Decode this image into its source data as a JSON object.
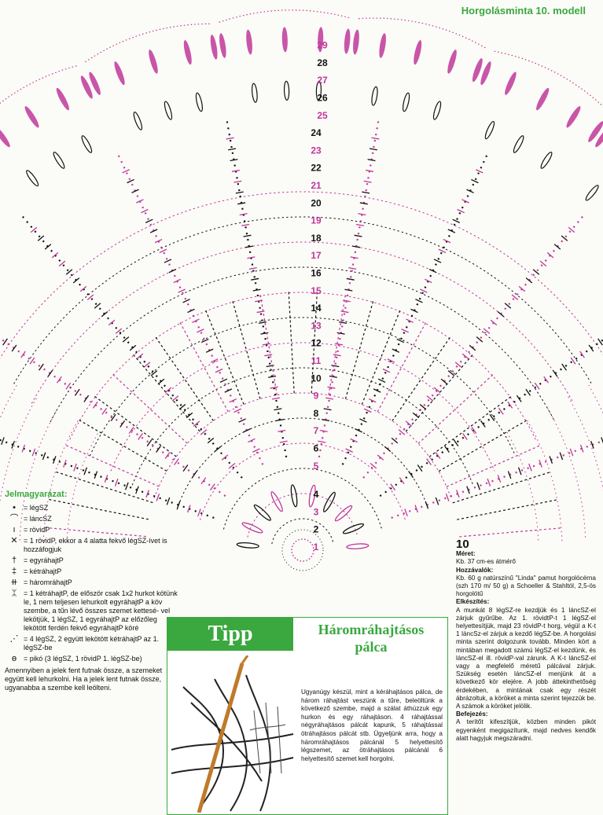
{
  "page_title": "Horgolásminta 10. modell",
  "diagram": {
    "row_numbers_black": [
      "28",
      "26",
      "24",
      "22",
      "20",
      "18",
      "16",
      "14",
      "12",
      "10",
      "8",
      "6",
      "4",
      "2"
    ],
    "row_numbers_pink": [
      "29",
      "27",
      "25",
      "23",
      "21",
      "19",
      "17",
      "15",
      "13",
      "11",
      "9",
      "7",
      "5",
      "3",
      "1"
    ],
    "colors": {
      "pink": "#c0379a",
      "black": "#111111",
      "accent_green": "#3aa83f"
    }
  },
  "legend": {
    "heading": "Jelmagyarázat:",
    "items": [
      {
        "symbol": "•",
        "text": "= légSZ"
      },
      {
        "symbol": "⌒",
        "text": "= láncSZ"
      },
      {
        "symbol": "ı",
        "text": "= rövidP"
      },
      {
        "symbol": "✕",
        "text": "= 1 rövidP, ekkor a 4 alatta fekvő légSZ-ívet is hozzáfogjuk"
      },
      {
        "symbol": "†",
        "text": "= egyráhajtP"
      },
      {
        "symbol": "‡",
        "text": "= kétráhajtP"
      },
      {
        "symbol": "⧺",
        "text": "= háromráhajtP"
      },
      {
        "symbol": "ᛯ",
        "text": "= 1 kétráhajtP, de először csak 1x2 hurkot kötünk le, 1 nem teljesen lehurkolt egyráhajtP a köv szembe, a tűn lévő összes szemet kettesé- vel lekötjük, 1 légSZ, 1 egyráhajtP az előzőleg lekötött ferdén fekvő egyráhajtP köré"
      },
      {
        "symbol": "⋰",
        "text": "= 4 légSZ, 2 együtt lekötött kétráhajtP az 1. légSZ-be"
      },
      {
        "symbol": "ɵ",
        "text": "= pikó (3 légSZ, 1 rövidP 1. légSZ-be)"
      }
    ],
    "note": "Amennyiben a jelek fent futnak össze, a szemeket együtt kell lehurkolni. Ha a jelek lent futnak össze, ugyanabba a szembe kell leölteni."
  },
  "tipp": {
    "label": "Tipp",
    "title_line1": "Háromráhajtásos",
    "title_line2": "pálca",
    "body": "Ugyanúgy készül, mint a kéráhajtásos pálca, de három ráhajtást veszünk a tűre, beleöltünk a következő szembe, majd a szálat áthúzzuk egy hurkon és egy ráhajtáson. 4 ráhajtással négyráhajtásos pálcát kapunk, 5 ráhajtással ötráhajtásos pálcát stb. Ügyeljünk arra, hogy a háromráhajtásos pálcánál 5 helyettesítő légszemet, az ötráhajtásos pálcánál 6 helyettesítő szemet kell horgolni."
  },
  "info": {
    "number": "10",
    "meret_h": "Méret:",
    "meret": "Kb. 37 cm-es átmérő",
    "hozzavalok_h": "Hozzávalók:",
    "hozzavalok": "Kb. 60 g natúrszínű \"Linda\" pamut horgolócérna (szh 170 m/ 50 g) a Schoeller & Stahltól, 2,5-ös horgolótű",
    "elkeszites_h": "Elkészítés:",
    "elkeszites": "A munkát 8 légSZ-re kezdjük és 1 láncSZ-el zárjuk gyűrűbe. Az 1. rövidtP-t 1 légSZ-el helyettesítjük, majd 23 rövidP-t horg, végül a K-t 1 láncSz-el zárjuk a kezdő légSZ-be. A horgolási minta szerint dolgozunk tovább. Minden kört a mintában megadott számú légSZ-el kezdünk, és láncSZ-el ill. rövidP-val zárunk. A K-t láncSZ-el vagy a megfelelő méretű pálcával zárjuk. Szükség esetén láncSZ-el menjünk át a következő kör elejére. A jobb áttekinthetőség érdekében, a mintának csak egy részét ábrázoltuk, a köröket a minta szerint tejezzük be. A számok a köröket jelölik.",
    "befejezes_h": "Befejezés:",
    "befejezes": "A terítőt kifeszítjük, közben minden pikót egyenként megigazítunk, majd nedves kendők alatt hagyjuk megszáradni."
  }
}
